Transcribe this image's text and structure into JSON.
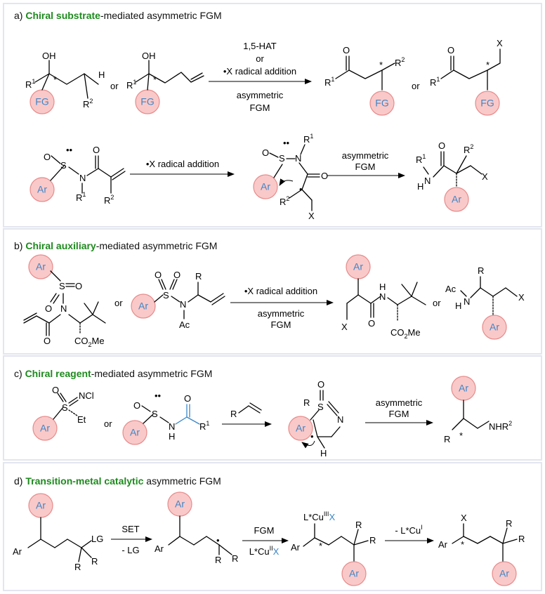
{
  "panels": {
    "a": {
      "prefix": "a) ",
      "bold": "Chiral substrate",
      "rest": "-mediated asymmetric FGM"
    },
    "b": {
      "prefix": "b) ",
      "bold": "Chiral auxiliary",
      "rest": "-mediated asymmetric FGM"
    },
    "c": {
      "prefix": "c) ",
      "bold": "Chiral reagent",
      "rest": "-mediated asymmetric FGM"
    },
    "d": {
      "prefix": "d) ",
      "bold": "Transition-metal catalytic",
      "rest": " asymmetric FGM"
    }
  },
  "labels": {
    "fg": "FG",
    "ar": "Ar",
    "or": "or",
    "oh": "OH",
    "o": "O",
    "s": "S",
    "n": "N",
    "h": "H",
    "x": "X",
    "r": "R",
    "star": "*",
    "dot": "•",
    "lone": "••",
    "r1": "R",
    "r2": "R",
    "sup1": "1",
    "sup2": "2",
    "nh": "N",
    "ac": "Ac",
    "co2me": "CO",
    "co2me_2": "2",
    "co2me_me": "Me",
    "ncl": "NCl",
    "et": "Et",
    "lg": "LG",
    "nhr2": "NHR",
    "h_lbl": "H"
  },
  "arrows": {
    "a1_top1": "1,5-HAT",
    "a1_top2": "or",
    "a1_top3": "•X radical addition",
    "a1_bot1": "asymmetric",
    "a1_bot2": "FGM",
    "a2_top": "•X  radical addition",
    "a3_top1": "asymmetric",
    "a3_top2": "FGM",
    "b1_top": "•X  radical addition",
    "b1_bot1": "asymmetric",
    "b1_bot2": "FGM",
    "c1_top1": "asymmetric",
    "c1_top2": "FGM",
    "d1_top": "SET",
    "d1_bot": "- LG",
    "d2_top": "FGM",
    "d2_bot": "L*Cu",
    "d2_bot_sup": "II",
    "d2_bot_x": "X",
    "d3_top": "- L*Cu",
    "d3_top_sup": "I",
    "d_cu": "L*Cu",
    "d_cu_sup": "III",
    "d_cu_x": "X"
  }
}
